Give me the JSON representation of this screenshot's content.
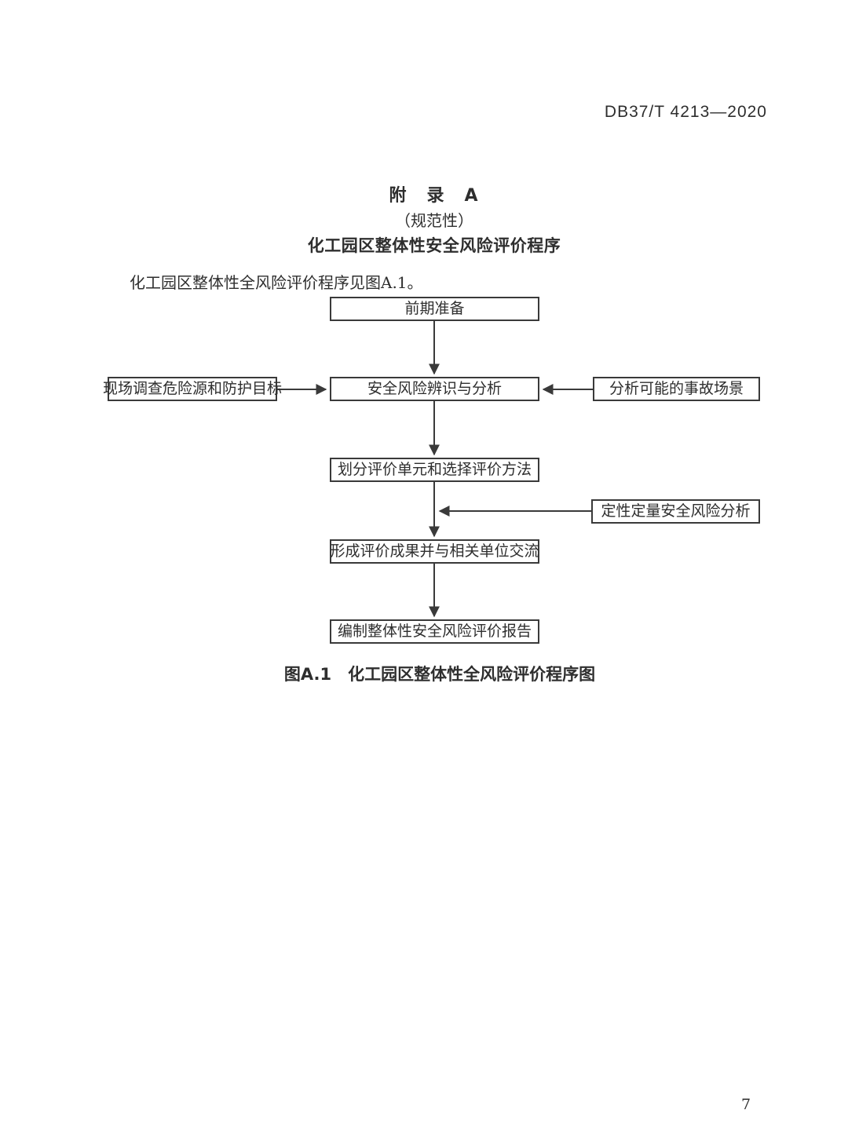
{
  "page": {
    "header_code": "DB37/T 4213—2020",
    "page_number": "7"
  },
  "colors": {
    "ink": "#333333",
    "background": "#ffffff"
  },
  "appendix": {
    "title_line1": "附　录　A",
    "title_line2": "（规范性）",
    "title_line3": "化工园区整体性安全风险评价程序",
    "intro_text": "化工园区整体性全风险评价程序见图A.1。"
  },
  "flowchart": {
    "nodes": [
      {
        "id": "prep",
        "label": "前期准备"
      },
      {
        "id": "site-survey",
        "label": "现场调查危险源和防护目标"
      },
      {
        "id": "risk-identification",
        "label": "安全风险辨识与分析"
      },
      {
        "id": "accident-scenarios",
        "label": "分析可能的事故场景"
      },
      {
        "id": "divide-units",
        "label": "划分评价单元和选择评价方法"
      },
      {
        "id": "qual-quant-analysis",
        "label": "定性定量安全风险分析"
      },
      {
        "id": "form-results",
        "label": "形成评价成果并与相关单位交流"
      },
      {
        "id": "compile-report",
        "label": "编制整体性安全风险评价报告"
      }
    ],
    "caption": "图A.1　化工园区整体性全风险评价程序图"
  }
}
